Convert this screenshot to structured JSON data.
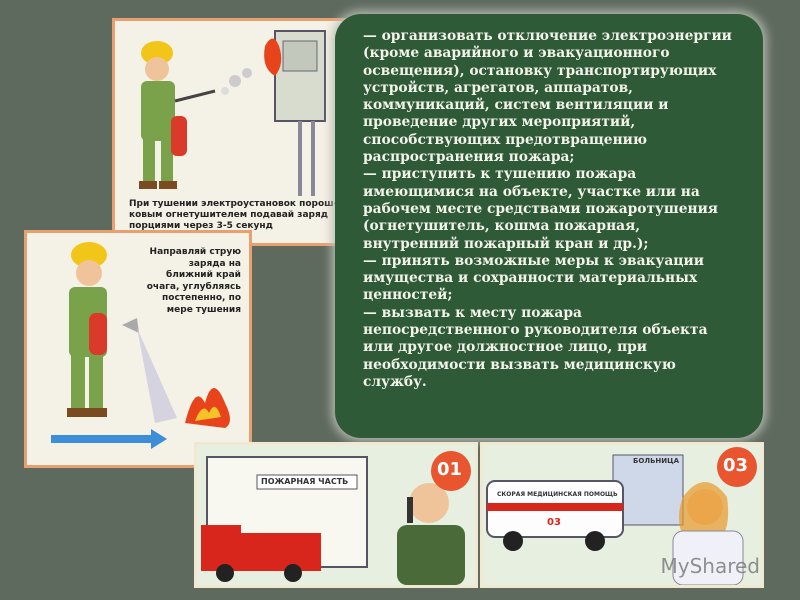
{
  "panel1": {
    "caption": "При тушении электроустановок порош-ковым огнетушителем подавай заряд порциями через 3-5 секунд"
  },
  "panel2": {
    "caption": "Направляй струю заряда на ближний край очага, углубляясь постепенно, по мере тушения"
  },
  "list": {
    "items": [
      "— организовать отключение электроэнергии (кроме аварийного и эвакуационного освещения), остановку транспортирующих устройств, агрегатов, аппаратов, коммуникаций, систем вентиляции и проведение других мероприятий, способствующих предотвращению распространения пожара;",
      "— приступить к тушению пожара имеющимися на объекте, участке или на рабочем месте средствами пожаротушения (огнетушитель, кошма пожарная, внутренний пожарный кран и др.);",
      "— принять возможные меры к эвакуации имущества и сохранности материальных ценностей;",
      "— вызвать к месту пожара непосредственного руководителя объекта или другое должностное лицо, при необходимости вызвать медицинскую службу."
    ]
  },
  "fire_panel": {
    "sign": "ПОЖАРНАЯ ЧАСТЬ",
    "number": "01"
  },
  "medic_panel": {
    "building": "БОЛЬНИЦА",
    "ambulance": "СКОРАЯ МЕДИЦИНСКАЯ ПОМОЩЬ",
    "ambulance_number": "03",
    "number": "03"
  },
  "watermark": {
    "text": "MyShared"
  },
  "colors": {
    "text_box": "#2f5a38",
    "background": "#5f6a5f",
    "panel_border": "#e8a070"
  }
}
